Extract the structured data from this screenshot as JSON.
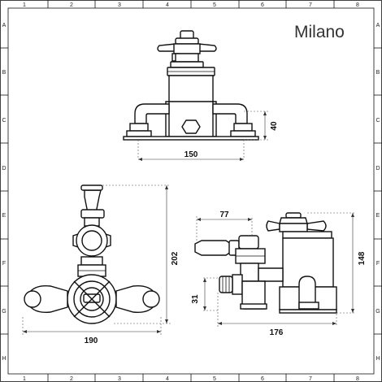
{
  "brand": "Milano",
  "border_columns": [
    "1",
    "2",
    "3",
    "4",
    "5",
    "6",
    "7",
    "8"
  ],
  "border_rows": [
    "A",
    "B",
    "C",
    "D",
    "E",
    "F",
    "G",
    "H"
  ],
  "dimensions": {
    "top_view_width": "150",
    "top_view_height": "40",
    "front_view_height": "202",
    "front_view_width": "190",
    "side_view_handle_offset": "77",
    "side_view_height": "148",
    "side_view_inlet": "31",
    "side_view_width": "176"
  }
}
